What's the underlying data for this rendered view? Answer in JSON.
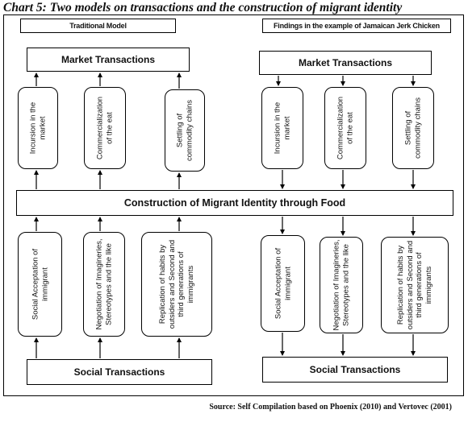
{
  "title": "Chart 5: Two models on transactions and the construction of migrant identity",
  "left_model": {
    "header": "Traditional Model",
    "market": "Market Transactions",
    "upper_items": [
      {
        "lines": [
          "Incursion in the",
          "market"
        ]
      },
      {
        "lines": [
          "Commercialization",
          "of the eat"
        ]
      },
      {
        "lines": [
          "Settling of",
          "commodity chains"
        ]
      }
    ],
    "lower_items": [
      {
        "lines": [
          "Social Acceptation of",
          "immigrant"
        ]
      },
      {
        "lines": [
          "Negotiation of Imagineries,",
          "Stereotypes and the like"
        ]
      },
      {
        "lines": [
          "Replication of habits by",
          "outsiders and Second and",
          "third generations of",
          "immigrants"
        ]
      }
    ],
    "social": "Social Transactions"
  },
  "right_model": {
    "header": "Findings in the example of Jamaican Jerk Chicken",
    "market": "Market Transactions",
    "upper_items": [
      {
        "lines": [
          "Incursion in the",
          "market"
        ]
      },
      {
        "lines": [
          "Commercialization",
          "of the eat"
        ]
      },
      {
        "lines": [
          "Settling of",
          "commodity chains"
        ]
      }
    ],
    "lower_items": [
      {
        "lines": [
          "Social Acceptation of",
          "immigrant"
        ]
      },
      {
        "lines": [
          "Negotiation of Imagineries,",
          "Stereotypes and the like"
        ]
      },
      {
        "lines": [
          "Replication of habits by",
          "outsiders and Second and",
          "third generations of",
          "immigrants"
        ]
      }
    ],
    "social": "Social Transactions"
  },
  "center": "Construction of Migrant Identity through Food",
  "source": "Source: Self Compilation based on Phoenix (2010) and Vertovec (2001)"
}
